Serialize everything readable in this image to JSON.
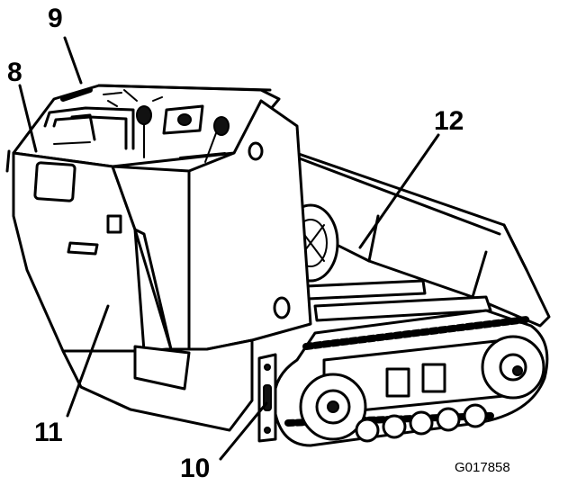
{
  "callouts": {
    "label_8": "8",
    "label_9": "9",
    "label_10": "10",
    "label_11": "11",
    "label_12": "12"
  },
  "figure_code": "G017858"
}
